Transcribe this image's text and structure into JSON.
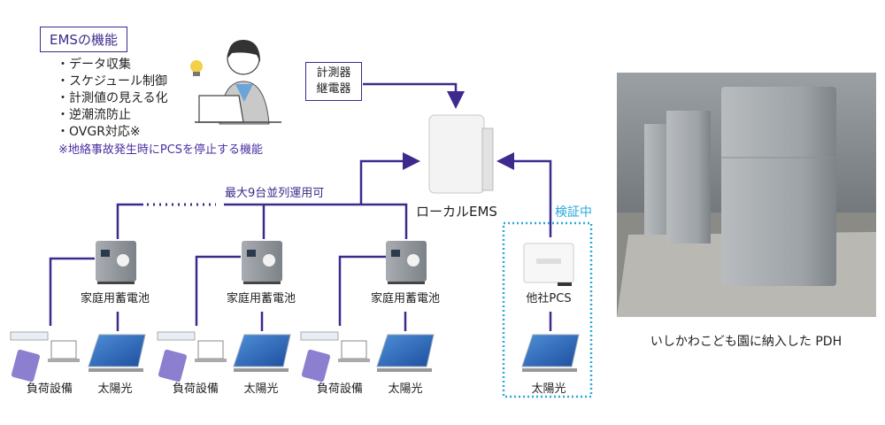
{
  "ems_functions": {
    "title": "EMSの機能",
    "items": [
      "・データ収集",
      "・スケジュール制御",
      "・計測値の見える化",
      "・逆潮流防止",
      "・OVGR対応※"
    ],
    "footnote": "※地絡事故発生時にPCSを停止する機能"
  },
  "meter": {
    "line1": "計測器",
    "line2": "継電器"
  },
  "local_ems": {
    "label": "ローカルEMS"
  },
  "parallel_note": "最大9台並列運用可",
  "units": [
    {
      "battery": "家庭用蓄電池",
      "load": "負荷設備",
      "solar": "太陽光"
    },
    {
      "battery": "家庭用蓄電池",
      "load": "負荷設備",
      "solar": "太陽光"
    },
    {
      "battery": "家庭用蓄電池",
      "load": "負荷設備",
      "solar": "太陽光"
    }
  ],
  "third_party": {
    "verify_label": "検証中",
    "pcs": "他社PCS",
    "solar": "太陽光"
  },
  "photo": {
    "caption": "いしかわこども園に納入した PDH"
  },
  "colors": {
    "line": "#3d2a8c",
    "accent": "#2aa8dc",
    "footnote": "#4a2fa0"
  }
}
